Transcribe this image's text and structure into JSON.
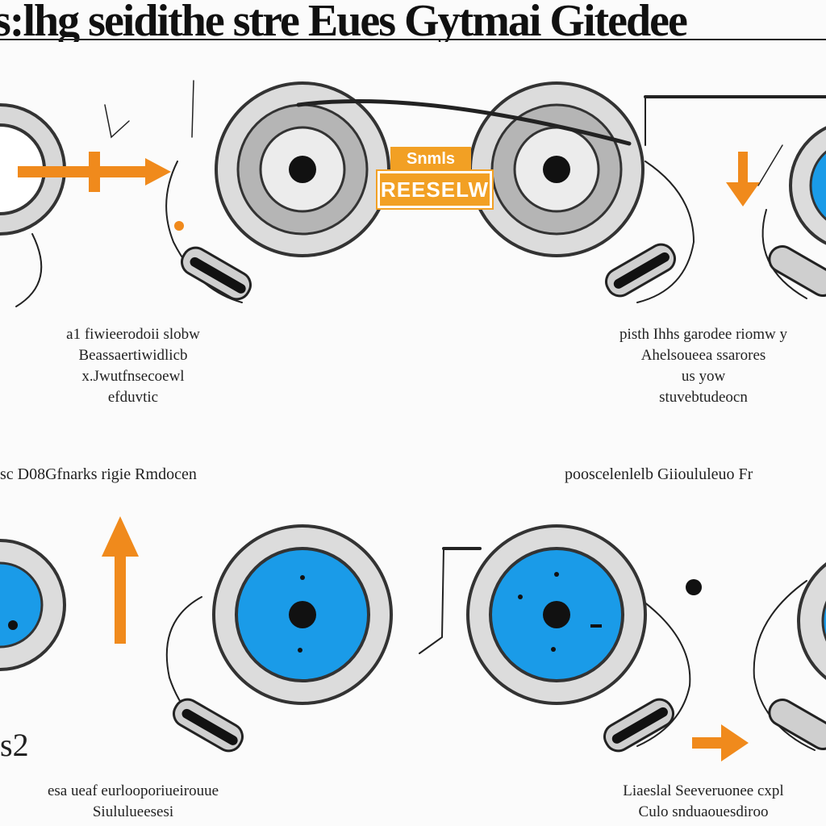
{
  "title": "s:lhg seidithe stre Eues Gytmai Gitedee",
  "colors": {
    "accent": "#f08a1c",
    "disc_blue": "#1a9be8",
    "frame_gray": "#9a9a9a"
  },
  "badge": {
    "top": "Snmls",
    "label": "REESELW"
  },
  "captions": {
    "top_left": "a1 fiwieerodoii slobw\nBeassaertiwidlicb\nx.Jwutfnsecoewl\nefduvtic",
    "top_right": "pisth Ihhs garodee riomw y\nAhelsoueea ssarores\nus yow\nstuvebtudeocn"
  },
  "headings": {
    "left": "sc D08Gfnarks rigie Rmdocen",
    "right": "pooscelenlelb Giioululeuo Fr"
  },
  "step_number": "s2",
  "bottom_captions": {
    "left": "esa ueaf eurlooporiueirouue\nSiululueesesi",
    "right": "Liaeslal Seeveruonee cxpl\nCulo snduaouesdiroo"
  }
}
